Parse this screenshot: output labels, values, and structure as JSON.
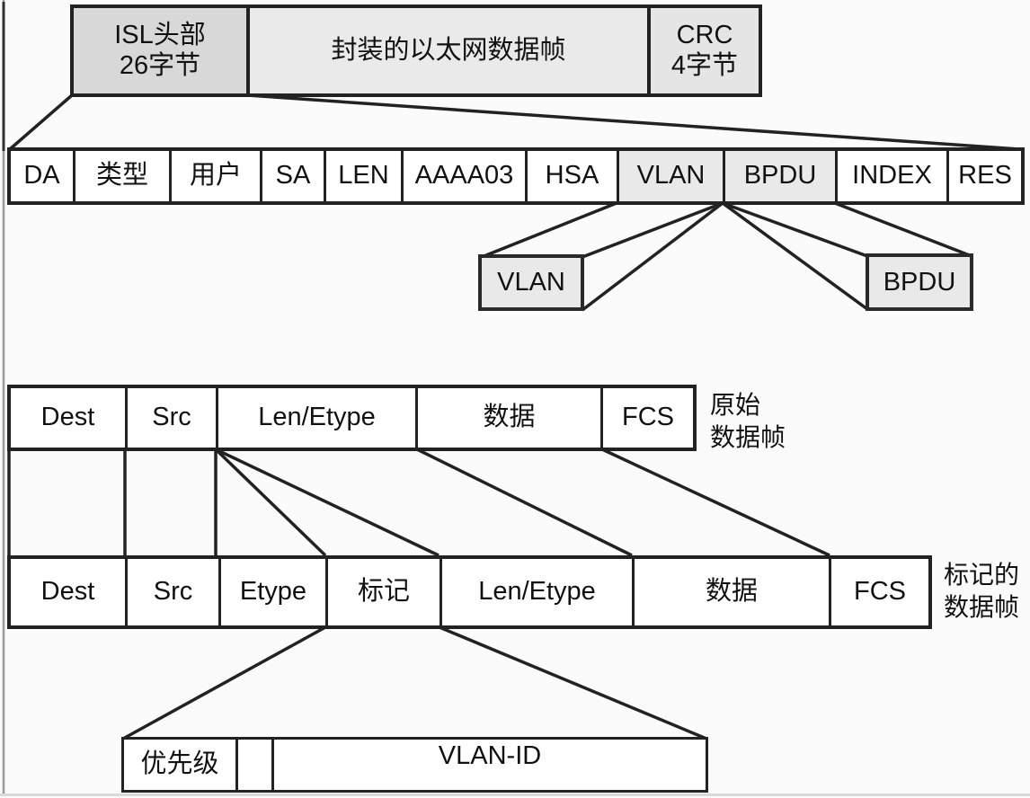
{
  "figure": {
    "description_labels": {
      "original_frame": "原始数据帧",
      "tagged_frame": "标记的数据帧"
    }
  },
  "colors": {
    "border": "#222222",
    "header_box_fill": "#d8d8d8",
    "payload_box_fill": "#eaeaea",
    "shaded_cell_fill": "#e9e9e9",
    "background": "#fbfbfb"
  },
  "isl_encapsulation": {
    "header_line1": "ISL头部",
    "header_line2": "26字节",
    "payload_label": "封装的以太网数据帧",
    "crc_line1": "CRC",
    "crc_line2": "4字节"
  },
  "isl_header_fields": [
    "DA",
    "类型",
    "用户",
    "SA",
    "LEN",
    "AAAA03",
    "HSA",
    "VLAN",
    "BPDU",
    "INDEX",
    "RES"
  ],
  "callouts": {
    "vlan": "VLAN",
    "bpdu": "BPDU"
  },
  "original_frame": {
    "fields": [
      "Dest",
      "Src",
      "Len/Etype",
      "数据",
      "FCS"
    ],
    "label_line1": "原始",
    "label_line2": "数据帧"
  },
  "tagged_frame": {
    "fields": [
      "Dest",
      "Src",
      "Etype",
      "标记",
      "Len/Etype",
      "数据",
      "FCS"
    ],
    "label_line1": "标记的",
    "label_line2": "数据帧"
  },
  "tag_detail": {
    "priority_label": "优先级",
    "cfi_label": "",
    "vlan_id_label": "VLAN-ID",
    "tick_count": 10
  }
}
